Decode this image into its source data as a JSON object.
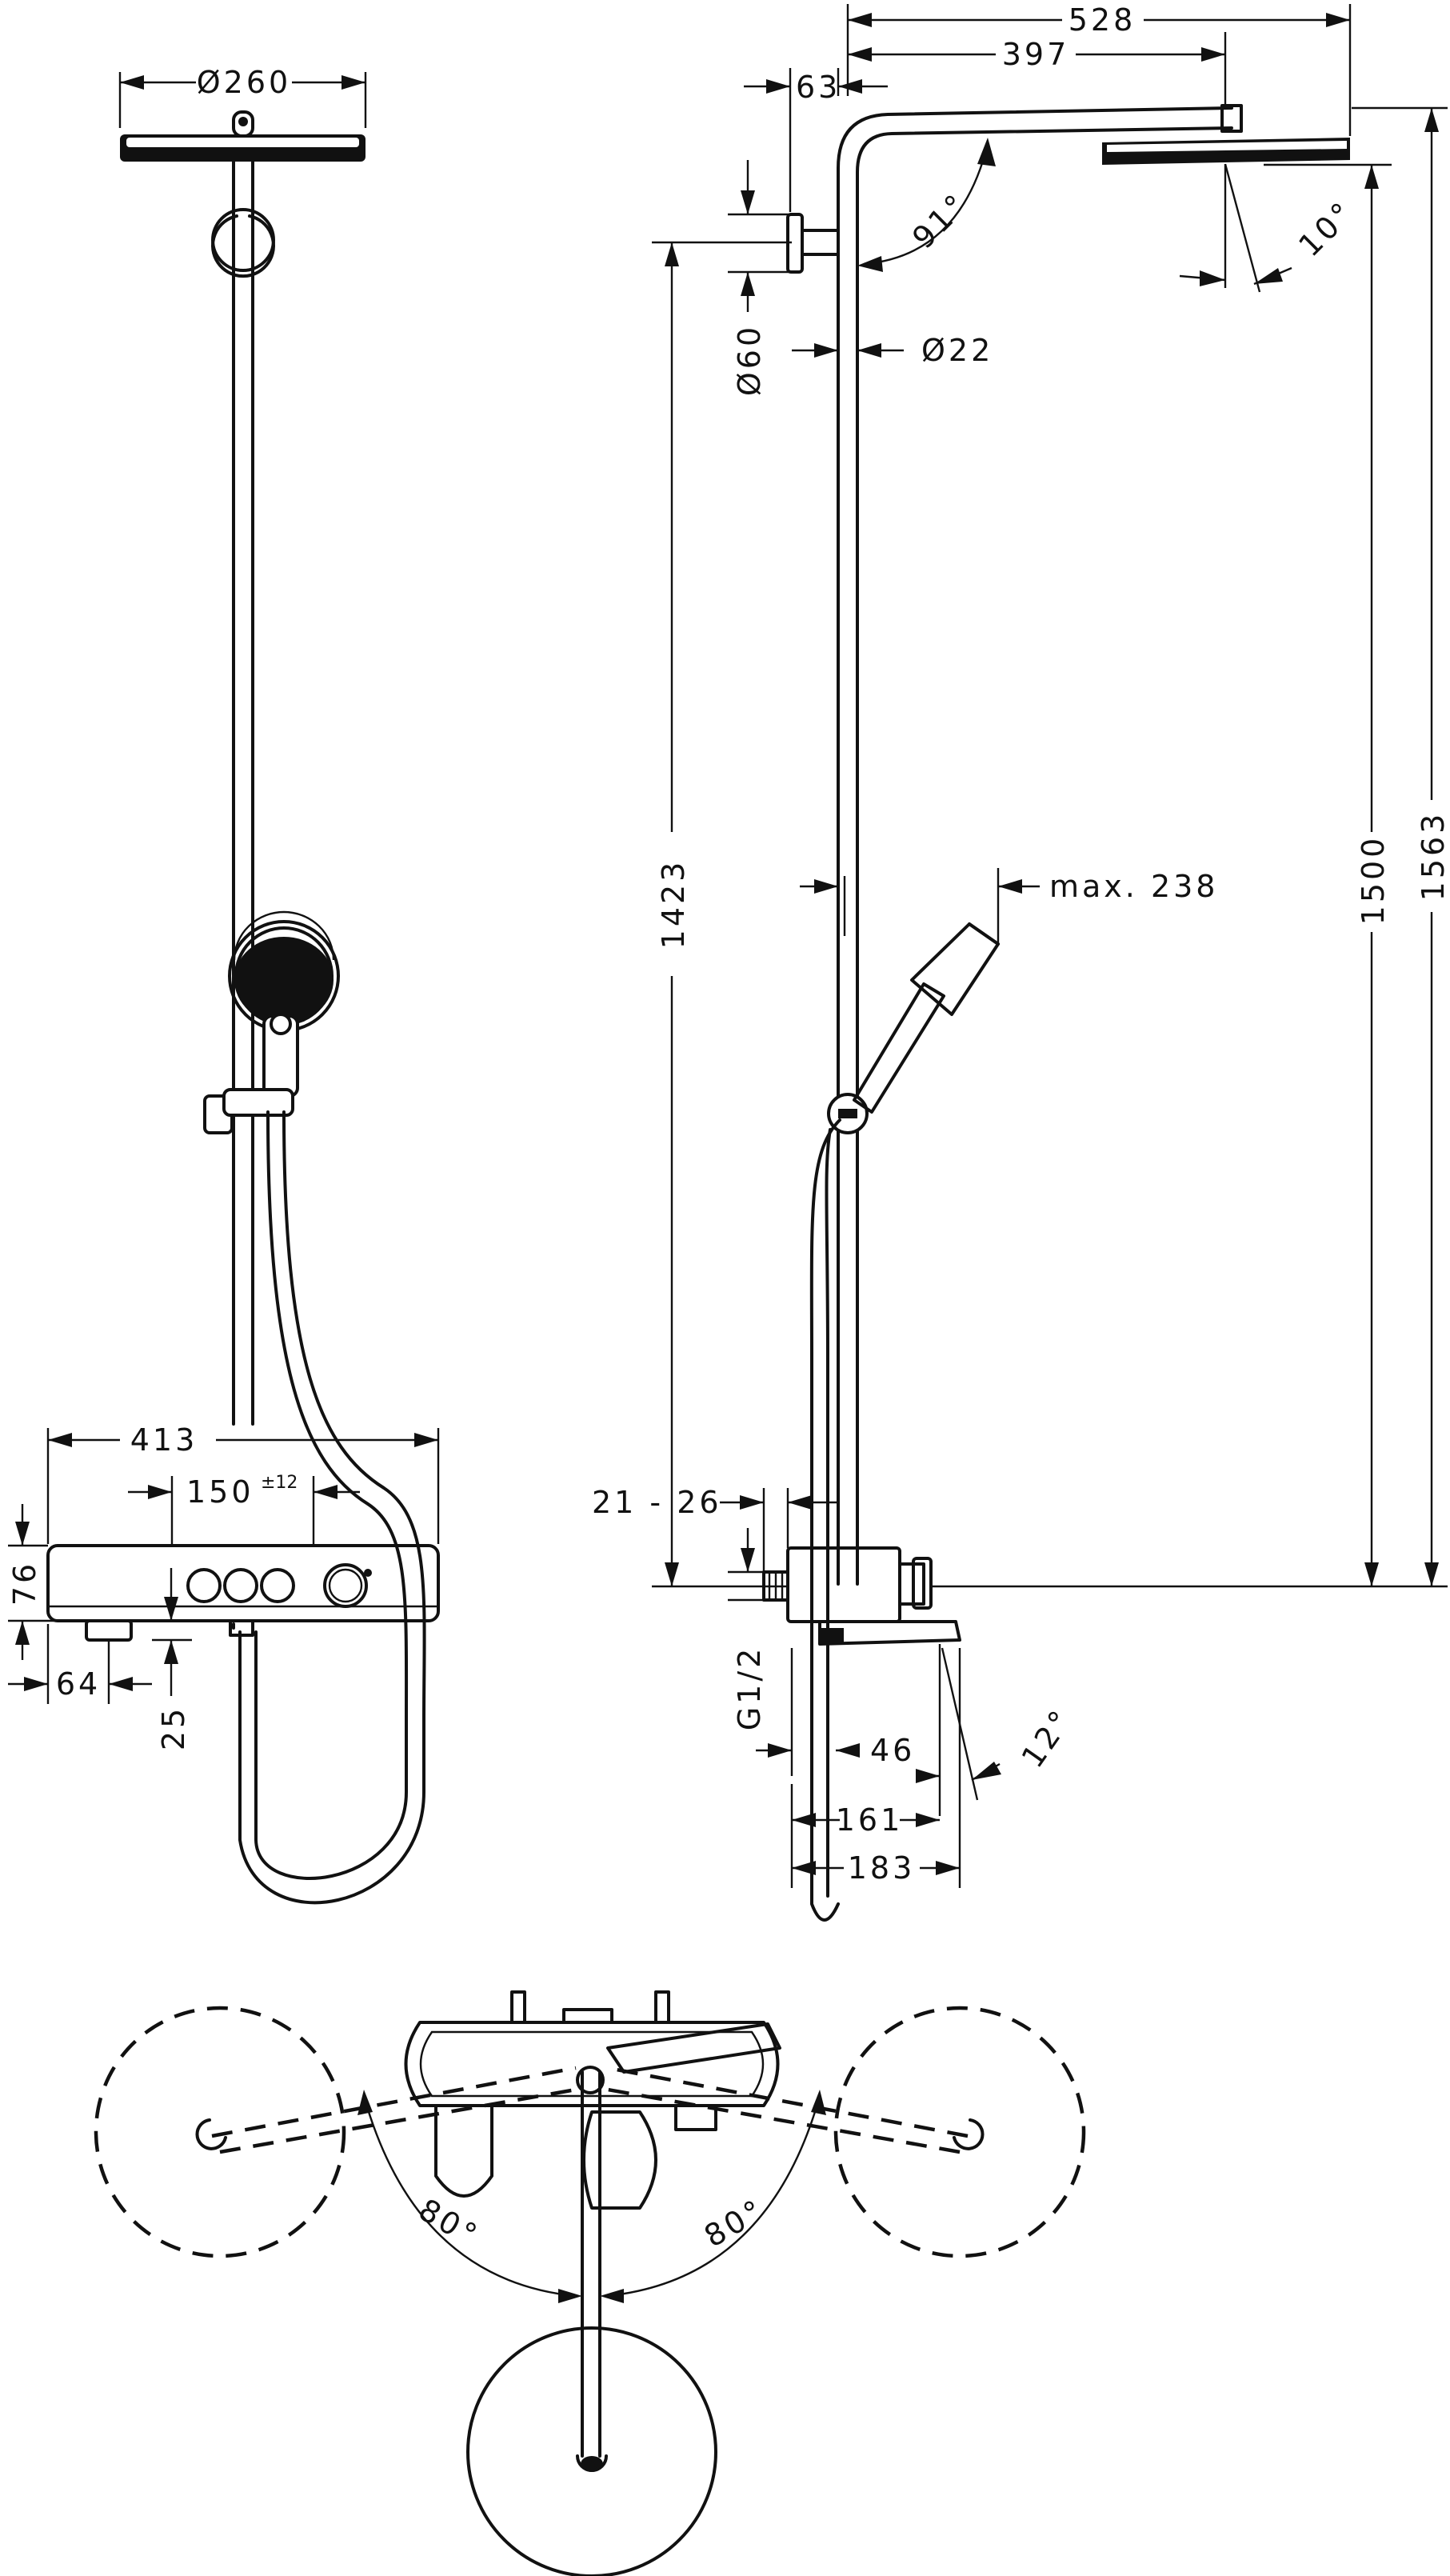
{
  "dimensions": {
    "head_diameter": "Ø260",
    "width_413": "413",
    "spacing_150": "150",
    "spacing_150_tolerance": "±12",
    "height_76": "76",
    "offset_64": "64",
    "offset_25": "25",
    "proj_528": "528",
    "proj_397": "397",
    "proj_63": "63",
    "angle_91": "91°",
    "angle_10": "10°",
    "bracket_diameter": "Ø60",
    "pipe_diameter": "Ø22",
    "max_238": "max. 238",
    "height_1423": "1423",
    "height_1500": "1500",
    "height_1563": "1563",
    "range_21_26": "21 - 26",
    "thread_g12": "G1/2",
    "depth_46": "46",
    "angle_12": "12°",
    "depth_161": "161",
    "depth_183": "183",
    "swivel_left": "80°",
    "swivel_right": "80°"
  }
}
